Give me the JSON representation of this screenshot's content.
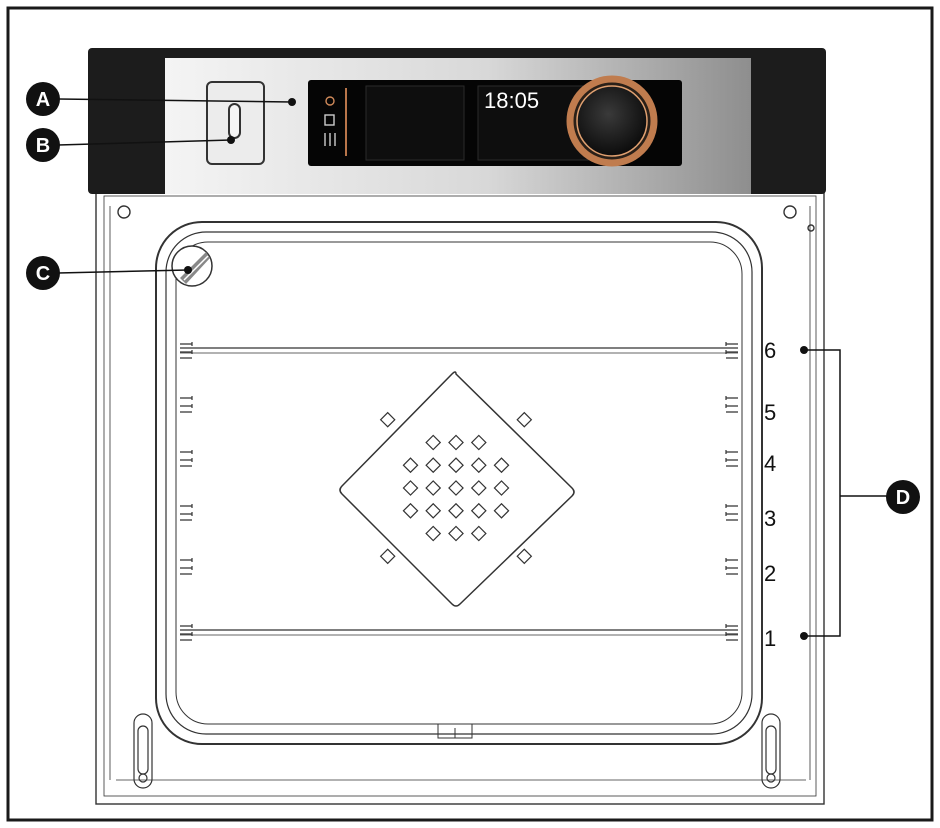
{
  "display": {
    "clock_time": "18:05"
  },
  "callouts": [
    {
      "id": "A",
      "letter": "A"
    },
    {
      "id": "B",
      "letter": "B"
    },
    {
      "id": "C",
      "letter": "C"
    },
    {
      "id": "D",
      "letter": "D"
    }
  ],
  "shelf_levels": [
    "6",
    "5",
    "4",
    "3",
    "2",
    "1"
  ],
  "colors": {
    "frame": "#1a1a1a",
    "control_panel": "#1c1c1c",
    "knob_ring": "#b8754a",
    "callout_fill": "#111111"
  },
  "icons": {
    "display_side_icons": "mode-icons",
    "rotary_knob": "knob-icon",
    "cavity_grid": "diamond-grid-icon"
  }
}
